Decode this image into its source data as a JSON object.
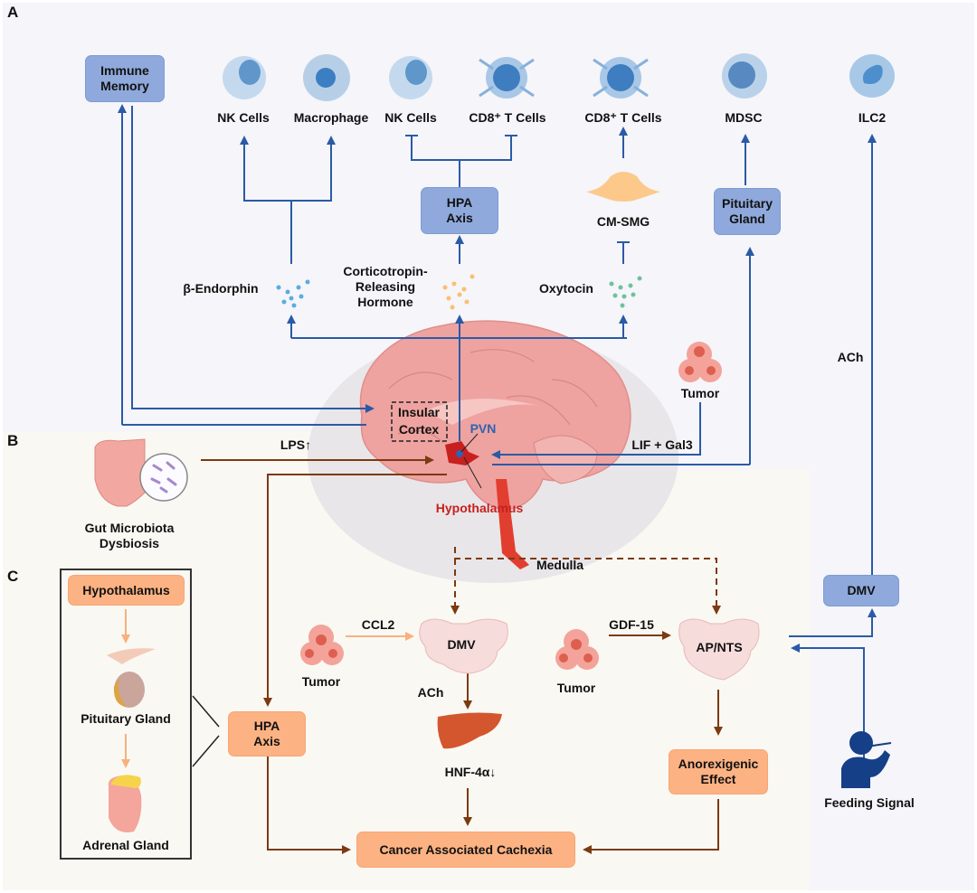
{
  "panels": {
    "a": "A",
    "b": "B",
    "c": "C"
  },
  "colors": {
    "panel_a_bg": "#f5f5fa",
    "panel_b_bg": "#faf8f3",
    "blue_arrow": "#2b5aa6",
    "brown_arrow": "#7b3a10",
    "light_orange_arrow": "#f9b07e",
    "blue_box": "#8fa9dc",
    "orange_box": "#fcb283",
    "hypothalamus_red": "#c8201e",
    "pvn_blue": "#2e63b4"
  },
  "panel_a": {
    "immune_memory": "Immune\nMemory",
    "cells": [
      {
        "label": "NK Cells",
        "icon": "nk-cell-icon"
      },
      {
        "label": "Macrophage",
        "icon": "macrophage-icon"
      },
      {
        "label": "NK Cells",
        "icon": "nk-cell-icon"
      },
      {
        "label": "CD8⁺ T Cells",
        "icon": "t-cell-icon"
      },
      {
        "label": "CD8⁺ T Cells",
        "icon": "t-cell-icon"
      },
      {
        "label": "MDSC",
        "icon": "mdsc-icon"
      },
      {
        "label": "ILC2",
        "icon": "ilc2-icon"
      }
    ],
    "hpa_axis": "HPA\nAxis",
    "cm_smg": "CM-SMG",
    "pituitary_gland": "Pituitary\nGland",
    "beta_endorphin": "β-Endorphin",
    "crh": "Corticotropin-\nReleasing\nHormone",
    "oxytocin": "Oxytocin",
    "tumor": "Tumor",
    "lif_gal3": "LIF + Gal3",
    "ach": "ACh",
    "insular_cortex": "Insular\nCortex",
    "pvn": "PVN"
  },
  "panel_b": {
    "gut": "Gut Microbiota\nDysbiosis",
    "lps": "LPS↑",
    "hypothalamus": "Hypothalamus",
    "medulla": "Medulla"
  },
  "panel_c": {
    "hypothalamus_box": "Hypothalamus",
    "pituitary": "Pituitary Gland",
    "adrenal": "Adrenal Gland",
    "hpa_axis": "HPA\nAxis",
    "tumor1": "Tumor",
    "ccl2": "CCL2",
    "dmv": "DMV",
    "ach": "ACh",
    "hnf4a": "HNF-4α↓",
    "tumor2": "Tumor",
    "gdf15": "GDF-15",
    "ap_nts": "AP/NTS",
    "anorexigenic": "Anorexigenic\nEffect",
    "cachexia": "Cancer Associated Cachexia",
    "dmv_right": "DMV",
    "feeding": "Feeding Signal"
  }
}
